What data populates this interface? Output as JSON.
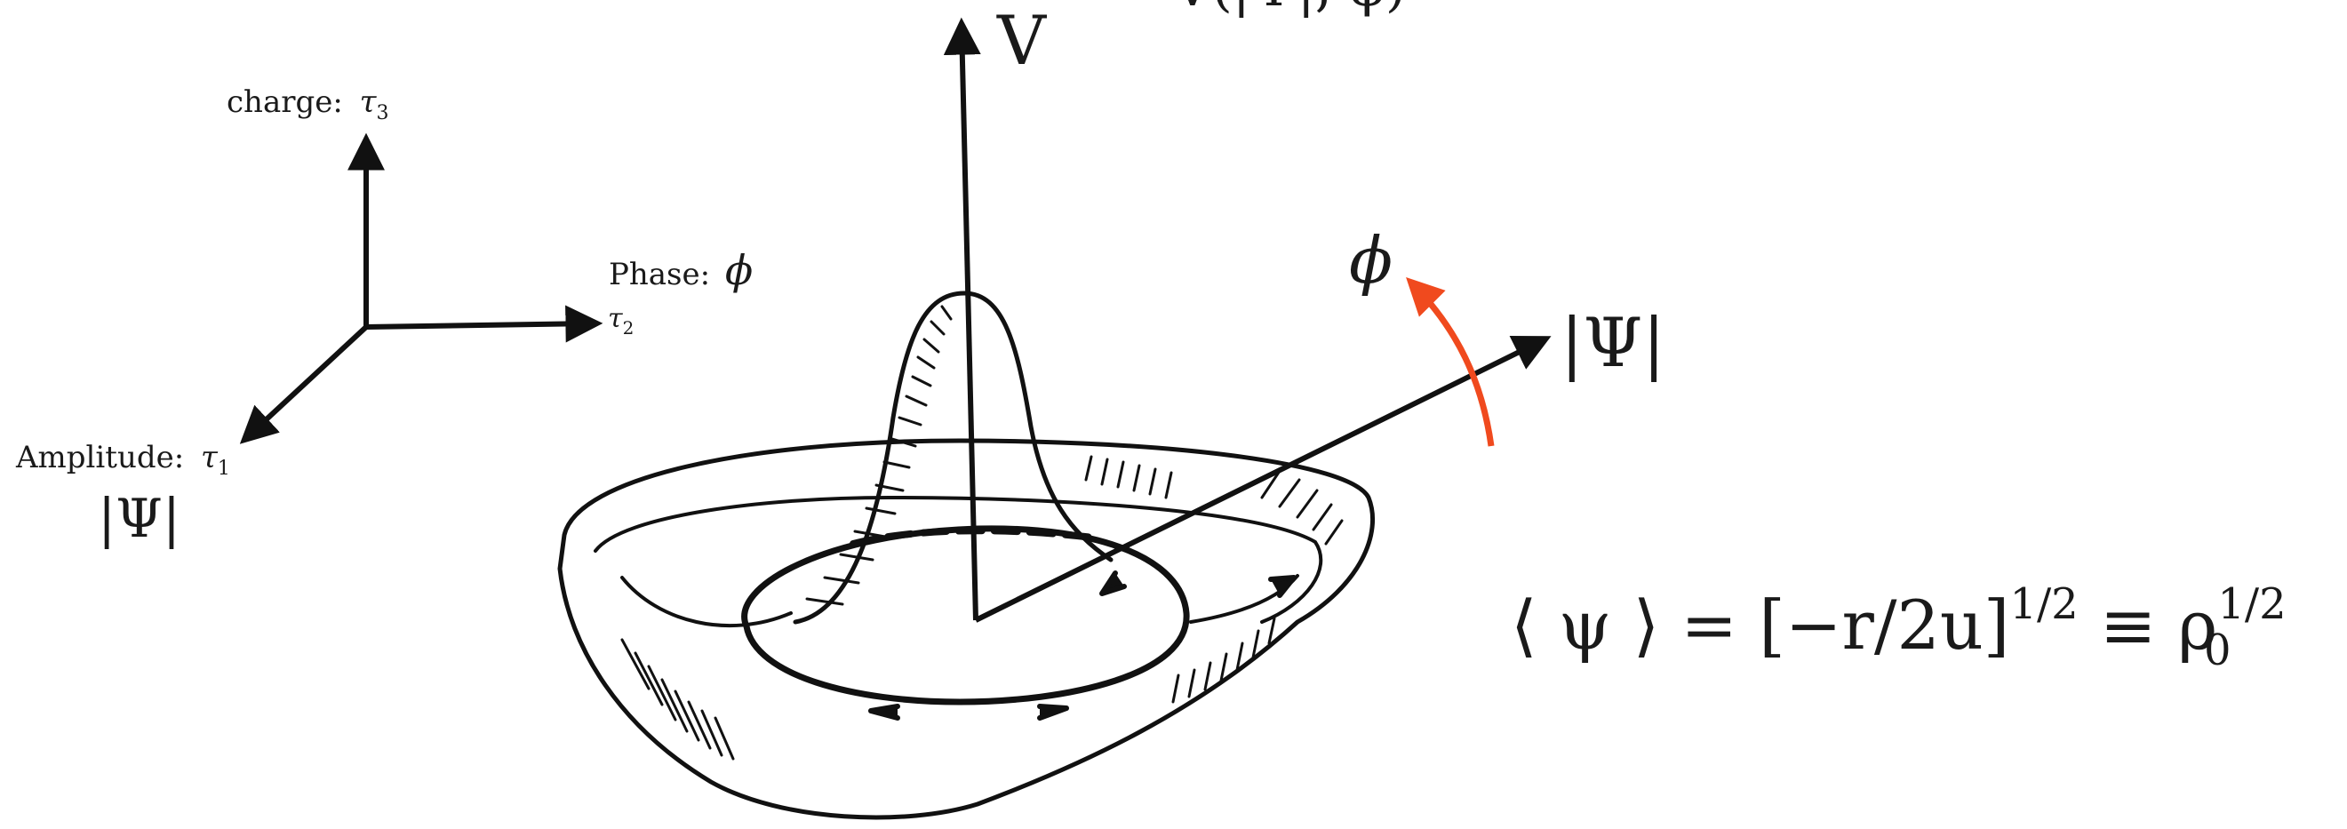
{
  "axes_triad": {
    "charge_label": "charge:",
    "charge_symbol": "τ",
    "charge_sub": "3",
    "phase_label": "Phase:",
    "phase_symbol": "ϕ",
    "tau2_symbol": "τ",
    "tau2_sub": "2",
    "amplitude_label": "Amplitude:",
    "amplitude_symbol": "τ",
    "amplitude_sub": "1",
    "amplitude_magnitude": "|Ψ|"
  },
  "potential": {
    "v_axis_label": "V",
    "top_clipped_formula": "V(|Ψ|, ϕ)",
    "psi_axis_label": "|Ψ|",
    "phi_label": "ϕ"
  },
  "equation": {
    "lhs": "⟨ ψ ⟩ = [−r/2u]",
    "exp1": "1/2",
    "mid": " ≡ ρ",
    "sub": "0",
    "exp2": "1/2"
  },
  "colors": {
    "ink": "#111111",
    "phase_arrow": "#f04a1e"
  }
}
